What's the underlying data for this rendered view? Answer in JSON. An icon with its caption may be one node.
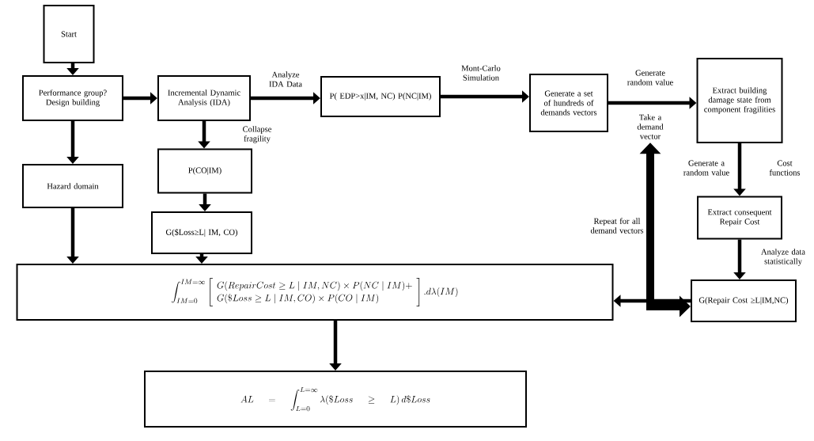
{
  "diagram": {
    "nodes": [
      {
        "text": [
          "Start"
        ]
      },
      {
        "text": [
          "Performance group? Design building"
        ]
      },
      {
        "text": [
          "Incremental Dynamic Analysis (IDA)"
        ]
      },
      {
        "text": [
          "P( EDP>x|IM, NC) P(NC|IM)"
        ]
      },
      {
        "text": [
          "Generate a set of hundreds of demands vectors"
        ]
      },
      {
        "text": [
          "Extract building damage state from component fragilities"
        ]
      },
      {
        "text": [
          "Hazard domain"
        ]
      },
      {
        "text": [
          "P(CO|IM)"
        ]
      },
      {
        "text": [
          "G($Loss≥L| IM, CO)"
        ]
      },
      {
        "text": [
          "Extract consequent Repair Cost"
        ]
      },
      {
        "text": [
          "\\int_{IM=0}^{IM=\\infty}\\left[\\begin{array}{l}G(RepairCost\\geq L\\mid IM,NC)\\times P(NC\\mid IM)+\\\\ G(\\$Loss\\geq L\\mid IM,CO)\\times P(CO\\mid IM)\\end{array}\\right].d\\lambda(IM)"
        ]
      },
      {
        "text": [
          "G(Repair Cost ≥L|IM,NC)"
        ]
      },
      {
        "text": [
          "AL=\\int_{L=0}^{L=\\infty}\\lambda(\\$Loss\\geq L)\\,d\\$Loss"
        ]
      },
      {
        "text": [
          "Take a demand vector"
        ]
      }
    ],
    "edges": [
      {
        "from": 0,
        "to": 1,
        "arrow": "to"
      },
      {
        "from": 1,
        "to": 2,
        "arrow": "to"
      },
      {
        "from": 1,
        "to": 6,
        "arrow": "to"
      },
      {
        "from": 2,
        "to": 3,
        "arrow": "to",
        "label": "Analyze IDA Data"
      },
      {
        "from": 2,
        "to": 7,
        "arrow": "to",
        "label": "Collapse fragility"
      },
      {
        "from": 7,
        "to": 8,
        "arrow": "to"
      },
      {
        "from": 3,
        "to": 4,
        "arrow": "to",
        "label": "Mont-Carlo Simulation"
      },
      {
        "from": 4,
        "to": 5,
        "arrow": "to",
        "label": "Generate random value"
      },
      {
        "from": 5,
        "to": 9,
        "arrow": "to",
        "label": "Cost functions"
      },
      {
        "from": 9,
        "to": 11,
        "arrow": "to",
        "label": "Analyze data statistically"
      },
      {
        "from": 6,
        "to": 10,
        "arrow": "to"
      },
      {
        "from": 8,
        "to": 10,
        "arrow": "to"
      },
      {
        "from": 11,
        "to": 10,
        "arrow": "to"
      },
      {
        "from": 11,
        "to": 13,
        "arrow": "both",
        "style": "thick",
        "label": "Repeat for all demand vectors"
      },
      {
        "from": 10,
        "to": 12,
        "arrow": "to"
      }
    ],
    "labels": [
      "Generate a random value"
    ]
  }
}
